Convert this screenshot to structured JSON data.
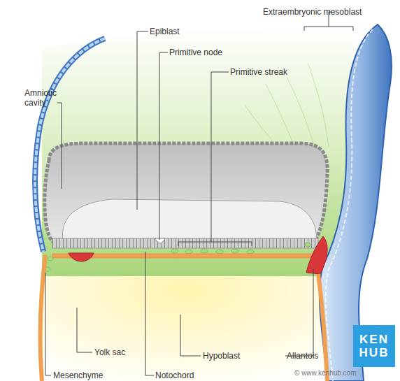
{
  "diagram": {
    "labels": [
      "Extraembryonic mesoblast",
      "Epiblast",
      "Primitive node",
      "Primitive streak",
      "Amniotic cavity",
      "Yolk sac",
      "Hypoblast",
      "Allantois",
      "Mesenchyme",
      "Notochord",
      "KEN HUB",
      "© www.kenhub.com"
    ]
  }
}
